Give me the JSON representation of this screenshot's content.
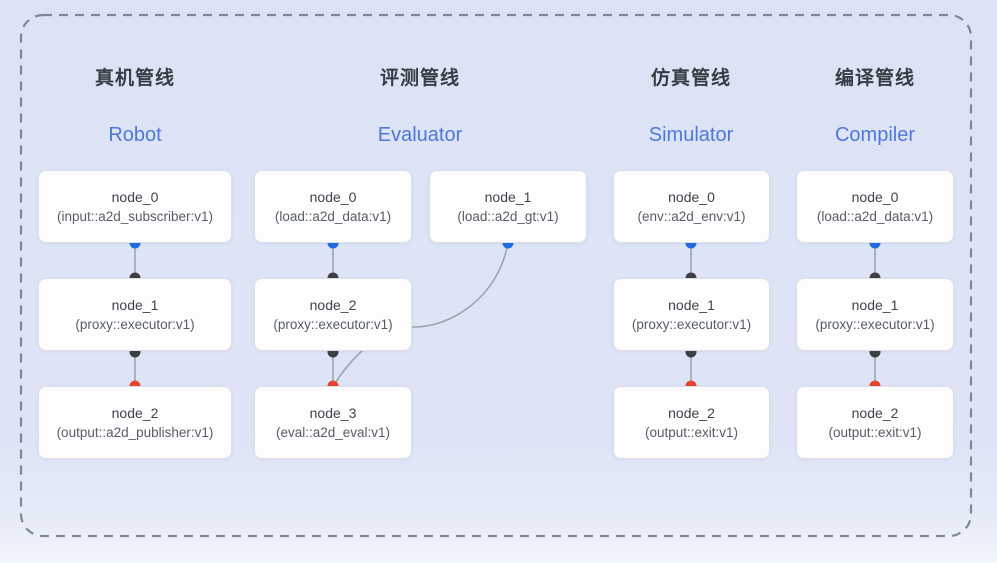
{
  "frame": {
    "border_color": "#7f8694",
    "background_color": "#dde4f6"
  },
  "colors": {
    "accent_blue": "#4f77d9",
    "edge_line": "#9aa0ab",
    "input_dot_blue": "#1f6be0",
    "port_dot_dark": "#3d4043",
    "output_dot_red": "#e8442e"
  },
  "pipelines": [
    {
      "zh_title": "真机管线",
      "en_title": "Robot",
      "nodes": [
        {
          "title": "node_0",
          "subtitle": "(input::a2d_subscriber:v1)"
        },
        {
          "title": "node_1",
          "subtitle": "(proxy::executor:v1)"
        },
        {
          "title": "node_2",
          "subtitle": "(output::a2d_publisher:v1)"
        }
      ]
    },
    {
      "zh_title": "评测管线",
      "en_title": "Evaluator",
      "nodes": [
        {
          "title": "node_0",
          "subtitle": "(load::a2d_data:v1)"
        },
        {
          "title": "node_1",
          "subtitle": "(load::a2d_gt:v1)"
        },
        {
          "title": "node_2",
          "subtitle": "(proxy::executor:v1)"
        },
        {
          "title": "node_3",
          "subtitle": "(eval::a2d_eval:v1)"
        }
      ]
    },
    {
      "zh_title": "仿真管线",
      "en_title": "Simulator",
      "nodes": [
        {
          "title": "node_0",
          "subtitle": "(env::a2d_env:v1)"
        },
        {
          "title": "node_1",
          "subtitle": "(proxy::executor:v1)"
        },
        {
          "title": "node_2",
          "subtitle": "(output::exit:v1)"
        }
      ]
    },
    {
      "zh_title": "编译管线",
      "en_title": "Compiler",
      "nodes": [
        {
          "title": "node_0",
          "subtitle": "(load::a2d_data:v1)"
        },
        {
          "title": "node_1",
          "subtitle": "(proxy::executor:v1)"
        },
        {
          "title": "node_2",
          "subtitle": "(output::exit:v1)"
        }
      ]
    }
  ]
}
